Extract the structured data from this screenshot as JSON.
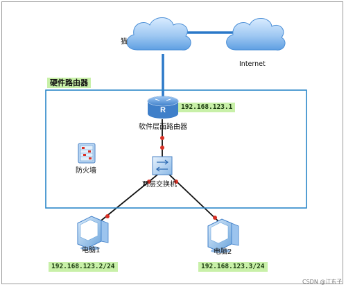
{
  "labels": {
    "cloud_left": "猫",
    "cloud_right": "Internet",
    "box_title": "硬件路由器",
    "router": "软件层面路由器",
    "firewall": "防火墙",
    "switch": "两层交换机",
    "pc1": "电脑1",
    "pc2": "电脑2"
  },
  "ips": {
    "router": "192.168.123.1",
    "pc1": "192.168.123.2/24",
    "pc2": "192.168.123.3/24"
  },
  "watermark": "CSDN @江东子",
  "colors": {
    "link_blue": "#2a78c8",
    "link_black": "#111111",
    "port_red": "#d93025",
    "ip_bg": "#c8f0a8",
    "box_border": "#2a86c8",
    "cloud": "#5a9ee0"
  },
  "icons": [
    "cloud-icon",
    "router-icon",
    "firewall-icon",
    "switch-icon",
    "pc-icon"
  ]
}
